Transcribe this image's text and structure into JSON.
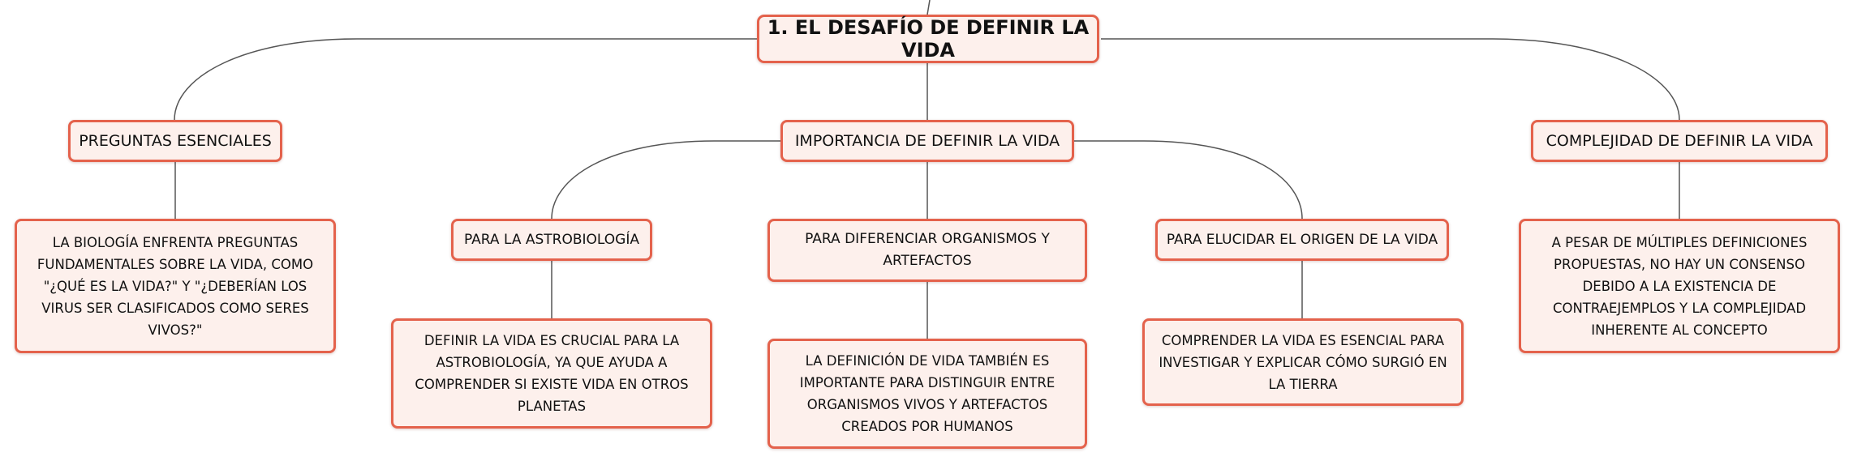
{
  "colors": {
    "node_fill": "#fdf0ec",
    "node_border": "#e4624c",
    "connector": "#555555"
  },
  "root": "1. EL DESAFÍO DE DEFINIR LA VIDA",
  "branches": {
    "preguntas": {
      "title": "PREGUNTAS ESENCIALES",
      "detail": "LA BIOLOGÍA ENFRENTA PREGUNTAS FUNDAMENTALES SOBRE LA VIDA, COMO \"¿QUÉ ES LA VIDA?\" Y \"¿DEBERÍAN LOS VIRUS SER CLASIFICADOS COMO SERES VIVOS?\""
    },
    "importancia": {
      "title": "IMPORTANCIA DE DEFINIR LA VIDA",
      "astrobiologia": {
        "title": "PARA LA ASTROBIOLOGÍA",
        "detail": "DEFINIR LA VIDA ES CRUCIAL PARA LA ASTROBIOLOGÍA, YA QUE AYUDA A COMPRENDER SI EXISTE VIDA EN OTROS PLANETAS"
      },
      "diferenciar": {
        "title": "PARA DIFERENCIAR ORGANISMOS Y ARTEFACTOS",
        "detail": "LA DEFINICIÓN DE VIDA TAMBIÉN ES IMPORTANTE PARA DISTINGUIR ENTRE ORGANISMOS VIVOS Y ARTEFACTOS CREADOS POR HUMANOS"
      },
      "origen": {
        "title": "PARA ELUCIDAR EL ORIGEN DE LA VIDA",
        "detail": "COMPRENDER LA VIDA ES ESENCIAL PARA INVESTIGAR Y EXPLICAR CÓMO SURGIÓ EN LA TIERRA"
      }
    },
    "complejidad": {
      "title": "COMPLEJIDAD DE DEFINIR LA VIDA",
      "detail": "A PESAR DE MÚLTIPLES DEFINICIONES PROPUESTAS, NO HAY UN CONSENSO DEBIDO A LA EXISTENCIA DE CONTRAEJEMPLOS Y LA COMPLEJIDAD INHERENTE AL CONCEPTO"
    }
  }
}
